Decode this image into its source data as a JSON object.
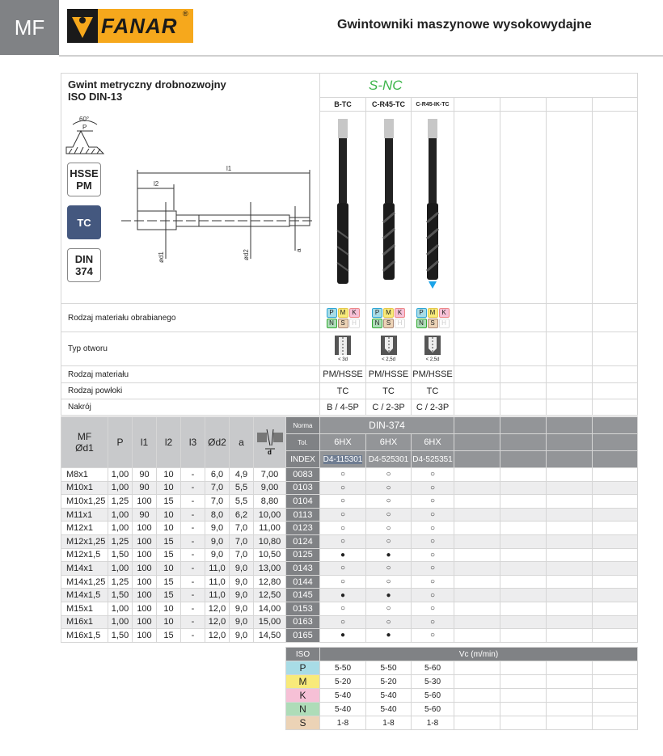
{
  "header": {
    "section": "MF",
    "brand": "FANAR",
    "title": "Gwintowniki maszynowe wysokowydajne"
  },
  "product": {
    "title_line1": "Gwint metryczny drobnozwojny",
    "title_line2": "ISO DIN-13",
    "series": "S-NC",
    "angle": "60°",
    "pitch": "P",
    "badges": {
      "material": [
        "HSSE",
        "PM"
      ],
      "coating": "TC",
      "norm": [
        "DIN",
        "374"
      ]
    },
    "dims": {
      "l1": "l1",
      "l2": "l2",
      "d1": "ød1",
      "d2": "ød2",
      "a": "a"
    }
  },
  "tools": [
    {
      "name": "B-TC",
      "iso": [
        "P",
        "M",
        "K",
        "N",
        "S",
        "H"
      ],
      "hole": "< 3d",
      "material": "PM/HSSE",
      "coating": "TC",
      "chamfer": "B / 4-5P",
      "tol": "6HX",
      "index": "D4-115301",
      "vc": [
        "5-50",
        "5-20",
        "5-40",
        "5-40",
        "1-8"
      ]
    },
    {
      "name": "C-R45-TC",
      "iso": [
        "P",
        "M",
        "K",
        "N",
        "S",
        "H"
      ],
      "hole": "< 2,5d",
      "material": "PM/HSSE",
      "coating": "TC",
      "chamfer": "C / 2-3P",
      "tol": "6HX",
      "index": "D4-525301",
      "vc": [
        "5-50",
        "5-20",
        "5-40",
        "5-40",
        "1-8"
      ]
    },
    {
      "name": "C-R45-IK-TC",
      "iso": [
        "P",
        "M",
        "K",
        "N",
        "S",
        "H"
      ],
      "hole": "< 2,5d",
      "material": "PM/HSSE",
      "coating": "TC",
      "chamfer": "C / 2-3P",
      "tol": "6HX",
      "index": "D4-525351",
      "vc": [
        "5-60",
        "5-30",
        "5-60",
        "5-60",
        "1-8"
      ]
    }
  ],
  "row_labels": {
    "iso": "Rodzaj materiału obrabianego",
    "hole": "Typ otworu",
    "material": "Rodzaj materiału",
    "coating": "Rodzaj powłoki",
    "chamfer": "Nakrój"
  },
  "table": {
    "headers": {
      "mf": "MF",
      "d1": "Ød1",
      "p": "P",
      "l1": "l1",
      "l2": "l2",
      "l3": "l3",
      "d2": "Ød2",
      "a": "a",
      "drill": "d",
      "norma": "Norma",
      "tol": "Tol.",
      "index": "INDEX",
      "norm_value": "DIN-374"
    },
    "rows": [
      [
        "M8x1",
        "1,00",
        "90",
        "10",
        "-",
        "6,0",
        "4,9",
        "7,00",
        "0083",
        "o",
        "o",
        "o"
      ],
      [
        "M10x1",
        "1,00",
        "90",
        "10",
        "-",
        "7,0",
        "5,5",
        "9,00",
        "0103",
        "o",
        "o",
        "o"
      ],
      [
        "M10x1,25",
        "1,25",
        "100",
        "15",
        "-",
        "7,0",
        "5,5",
        "8,80",
        "0104",
        "o",
        "o",
        "o"
      ],
      [
        "M11x1",
        "1,00",
        "90",
        "10",
        "-",
        "8,0",
        "6,2",
        "10,00",
        "0113",
        "o",
        "o",
        "o"
      ],
      [
        "M12x1",
        "1,00",
        "100",
        "10",
        "-",
        "9,0",
        "7,0",
        "11,00",
        "0123",
        "o",
        "o",
        "o"
      ],
      [
        "M12x1,25",
        "1,25",
        "100",
        "15",
        "-",
        "9,0",
        "7,0",
        "10,80",
        "0124",
        "o",
        "o",
        "o"
      ],
      [
        "M12x1,5",
        "1,50",
        "100",
        "15",
        "-",
        "9,0",
        "7,0",
        "10,50",
        "0125",
        "●",
        "●",
        "o"
      ],
      [
        "M14x1",
        "1,00",
        "100",
        "10",
        "-",
        "11,0",
        "9,0",
        "13,00",
        "0143",
        "o",
        "o",
        "o"
      ],
      [
        "M14x1,25",
        "1,25",
        "100",
        "15",
        "-",
        "11,0",
        "9,0",
        "12,80",
        "0144",
        "o",
        "o",
        "o"
      ],
      [
        "M14x1,5",
        "1,50",
        "100",
        "15",
        "-",
        "11,0",
        "9,0",
        "12,50",
        "0145",
        "●",
        "●",
        "o"
      ],
      [
        "M15x1",
        "1,00",
        "100",
        "10",
        "-",
        "12,0",
        "9,0",
        "14,00",
        "0153",
        "o",
        "o",
        "o"
      ],
      [
        "M16x1",
        "1,00",
        "100",
        "10",
        "-",
        "12,0",
        "9,0",
        "15,00",
        "0163",
        "o",
        "o",
        "o"
      ],
      [
        "M16x1,5",
        "1,50",
        "100",
        "15",
        "-",
        "12,0",
        "9,0",
        "14,50",
        "0165",
        "●",
        "●",
        "o"
      ]
    ]
  },
  "vc": {
    "iso_header": "ISO",
    "header": "Vc (m/min)",
    "groups": [
      {
        "code": "P",
        "color": "#a8dce6"
      },
      {
        "code": "M",
        "color": "#f8ea7a"
      },
      {
        "code": "K",
        "color": "#f6c0d6"
      },
      {
        "code": "N",
        "color": "#aedcb8"
      },
      {
        "code": "S",
        "color": "#ecd3b6"
      }
    ]
  },
  "colors": {
    "brand": "#f6a81c",
    "tc": "#44587f",
    "series": "#3cb54a",
    "gray": "#808285"
  }
}
